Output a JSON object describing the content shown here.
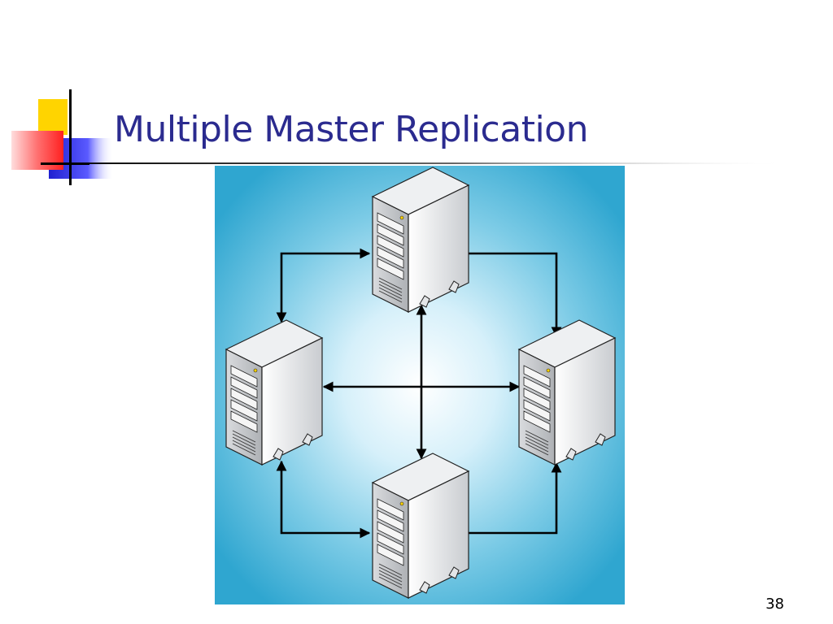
{
  "slide": {
    "title": "Multiple Master Replication",
    "page_number": "38"
  },
  "diagram": {
    "background": {
      "center": "#ffffff",
      "edge": "#2fa6d0"
    },
    "nodes": [
      {
        "id": "server-top",
        "icon": "server-tower-icon"
      },
      {
        "id": "server-left",
        "icon": "server-tower-icon"
      },
      {
        "id": "server-right",
        "icon": "server-tower-icon"
      },
      {
        "id": "server-bottom",
        "icon": "server-tower-icon"
      }
    ],
    "links": [
      {
        "from": "server-top",
        "to": "server-left",
        "direction": "bidirectional"
      },
      {
        "from": "server-top",
        "to": "server-right",
        "direction": "bidirectional"
      },
      {
        "from": "server-bottom",
        "to": "server-left",
        "direction": "bidirectional"
      },
      {
        "from": "server-bottom",
        "to": "server-right",
        "direction": "bidirectional"
      },
      {
        "from": "server-top",
        "to": "server-bottom",
        "direction": "bidirectional"
      },
      {
        "from": "server-left",
        "to": "server-right",
        "direction": "bidirectional"
      }
    ]
  },
  "colors": {
    "title": "#2b2b8f",
    "accent_yellow": "#ffd400",
    "accent_red": "#ff3b3b",
    "accent_blue": "#2b2bd6"
  }
}
